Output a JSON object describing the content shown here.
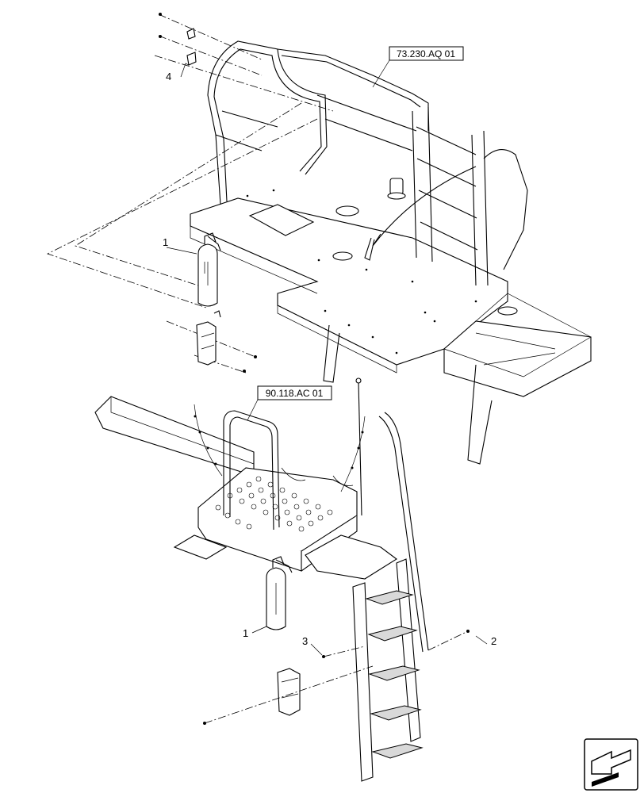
{
  "references": {
    "upper_platform": "73.230.AQ 01",
    "lower_platform": "90.118.AC 01"
  },
  "callouts": {
    "fire_extinguisher_upper": "1",
    "fire_extinguisher_lower": "1",
    "ladder": "2",
    "bolt": "3",
    "clip": "4"
  },
  "icons": {
    "next_page": "next-page-arrow-icon"
  }
}
